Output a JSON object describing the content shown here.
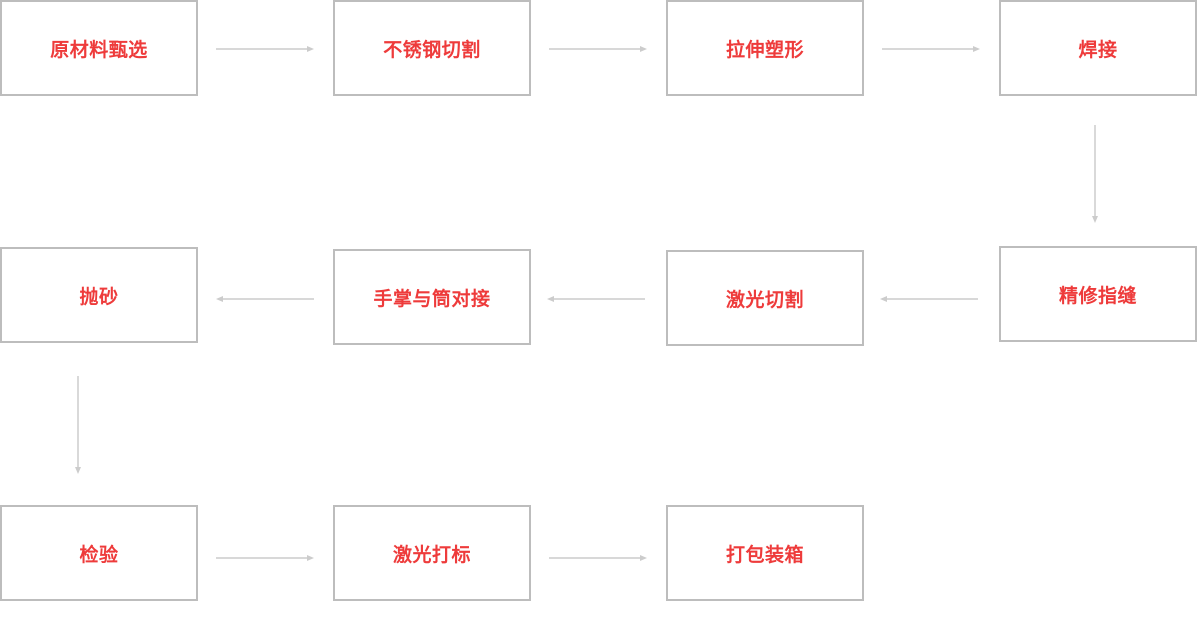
{
  "colors": {
    "label": "#ee3b3b",
    "border": "#bdbdbd",
    "arrow": "#cccccc",
    "background": "#ffffff"
  },
  "process": {
    "steps": [
      {
        "label": "原材料甄选"
      },
      {
        "label": "不锈钢切割"
      },
      {
        "label": "拉伸塑形"
      },
      {
        "label": "焊接"
      },
      {
        "label": "精修指缝"
      },
      {
        "label": "激光切割"
      },
      {
        "label": "手掌与筒对接"
      },
      {
        "label": "抛砂"
      },
      {
        "label": "检验"
      },
      {
        "label": "激光打标"
      },
      {
        "label": "打包装箱"
      }
    ]
  }
}
